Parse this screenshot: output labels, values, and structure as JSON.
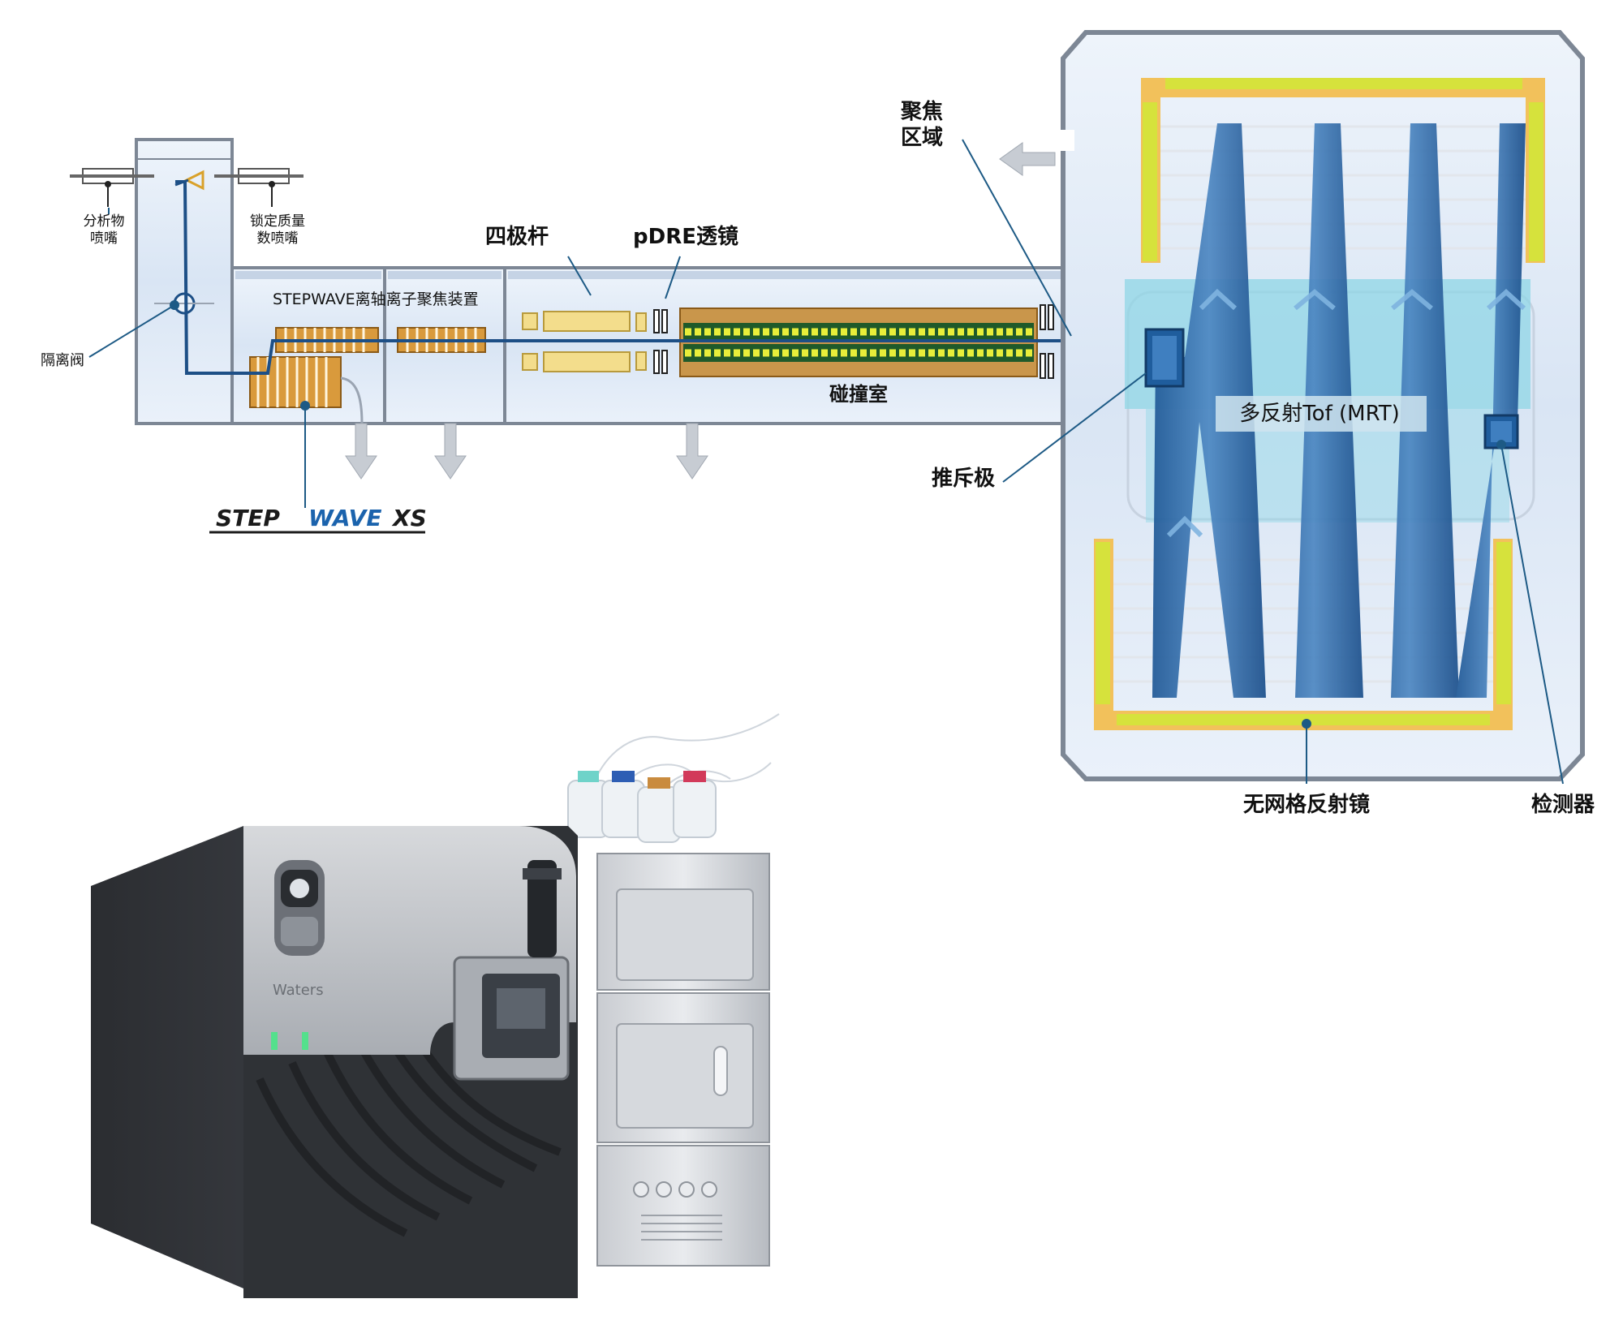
{
  "labels": {
    "analyte_sprayer": [
      "分析物",
      "喷嘴"
    ],
    "lockmass_sprayer": [
      "锁定质量",
      "数喷嘴"
    ],
    "isolation_valve": "隔离阀",
    "stepwave_device": "STEPWAVE离轴离子聚焦装置",
    "quadrupole": "四极杆",
    "pdre_lens": "pDRE透镜",
    "collision_cell": "碰撞室",
    "focus_region": [
      "聚焦",
      "区域"
    ],
    "pusher": "推斥极",
    "mrt": "多反射Tof (MRT)",
    "gridless_mirror": "无网格反射镜",
    "detector": "检测器"
  },
  "logo": {
    "part1": "STEP",
    "part2": "WAVE",
    "part3": "XS"
  },
  "instrument": {
    "brand": "Waters"
  },
  "colors": {
    "chamber_fill": "#dfe9f6",
    "chamber_stroke": "#7d8795",
    "ion_path": "#1d4f86",
    "electrode": "#d99a3c",
    "rod_yellow": "#f3dd8c",
    "mirror_yellow": "#f2c15b",
    "mirror_green": "#d6e23c",
    "beam_blue": "#2e6aa7",
    "band_cyan": "#8fd6e6"
  }
}
